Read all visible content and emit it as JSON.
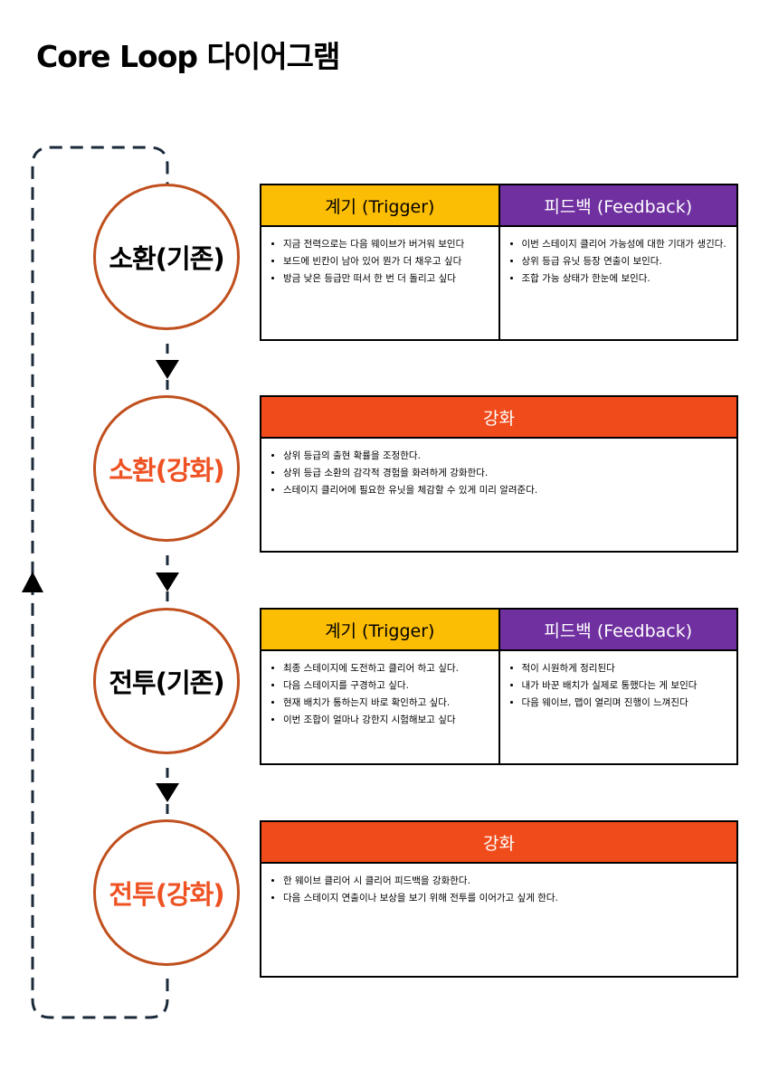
{
  "title": "Core Loop 다이어그램",
  "stages": [
    {
      "label": "소환(기존)",
      "trigger": {
        "header": "계기 (Trigger)",
        "items": [
          "지금 전력으로는 다음 웨이브가 버거워 보인다",
          "보드에 빈칸이 남아 있어 뭔가 더 채우고 싶다",
          "방금 낮은 등급만 떠서 한 번 더 돌리고 싶다"
        ]
      },
      "feedback": {
        "header": "피드백 (Feedback)",
        "items": [
          "이번 스테이지 클리어 가능성에 대한 기대가 생긴다.",
          "상위 등급 유닛 등장 연출이 보인다.",
          "조합 가능 상태가 한눈에 보인다."
        ]
      }
    },
    {
      "label": "소환(강화)",
      "enhance": {
        "header": "강화",
        "items": [
          "상위 등급의 출현 확률을 조정한다.",
          "상위 등급 소환의 감각적 경험을 화려하게 강화한다.",
          "스테이지 클리어에 필요한 유닛을 체감할 수 있게 미리 알려준다."
        ]
      }
    },
    {
      "label": "전투(기존)",
      "trigger": {
        "header": "계기 (Trigger)",
        "items": [
          "최종 스테이지에 도전하고 클리어 하고 싶다.",
          "다음 스테이지를 구경하고 싶다.",
          "현재 배치가 통하는지 바로 확인하고 싶다.",
          "이번 조합이 얼마나 강한지 시험해보고 싶다"
        ]
      },
      "feedback": {
        "header": "피드백 (Feedback)",
        "items": [
          "적이 시원하게 정리된다",
          "내가 바꾼 배치가 실제로 통했다는 게 보인다",
          "다음 웨이브, 맵이 열리며 진행이 느껴진다"
        ]
      }
    },
    {
      "label": "전투(강화)",
      "enhance": {
        "header": "강화",
        "items": [
          "한 웨이브 클리어 시 클리어 피드백을 강화한다.",
          "다음 스테이지 연출이나 보상을 보기 위해 전투를 이어가고 싶게 한다."
        ]
      }
    }
  ],
  "colors": {
    "circle_border": "#c0501e",
    "accent_text": "#ee5223",
    "trigger_header": "#fcbd05",
    "feedback_header": "#7030a0",
    "enhance_header": "#f04b1b",
    "loop_line": "#1b2a3a"
  }
}
